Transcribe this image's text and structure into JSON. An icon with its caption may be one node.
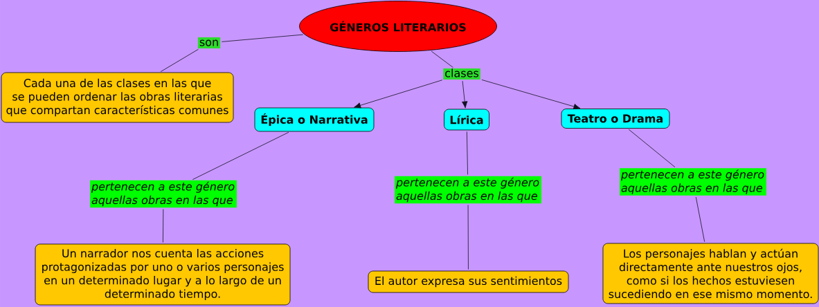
{
  "diagram": {
    "nodes": [
      {
        "text": [
          "GÉNEROS LITERARIOS"
        ]
      },
      {
        "text": [
          "son"
        ]
      },
      {
        "text": [
          "Cada una de las clases en las que se pueden ordenar las obras literarias que compartan características comunes"
        ]
      },
      {
        "text": [
          "clases"
        ]
      },
      {
        "text": [
          "Épica o Narrativa"
        ]
      },
      {
        "text": [
          "Lírica"
        ]
      },
      {
        "text": [
          "Teatro o Drama"
        ]
      },
      {
        "text": [
          "pertenecen a este género aquellas obras en las que"
        ]
      },
      {
        "text": [
          "pertenecen a este género aquellas obras en las que"
        ]
      },
      {
        "text": [
          "pertenecen a este género aquellas obras en las que"
        ]
      },
      {
        "text": [
          "Un narrador nos cuenta las acciones protagonizadas por uno o varios personajes en un determinado lugar y a lo largo de un determinado tiempo."
        ]
      },
      {
        "text": [
          "El autor expresa sus sentimientos"
        ]
      },
      {
        "text": [
          "Los personajes hablan y actúan directamente ante nuestros ojos, como si los hechos estuviesen sucediendo en ese mismo momento."
        ]
      }
    ],
    "edges": [
      {
        "from": 0,
        "to": 1,
        "arrow": "none"
      },
      {
        "from": 1,
        "to": 2,
        "arrow": "none"
      },
      {
        "from": 0,
        "to": 3,
        "arrow": "none"
      },
      {
        "from": 3,
        "to": 4,
        "arrow": "to"
      },
      {
        "from": 3,
        "to": 5,
        "arrow": "to"
      },
      {
        "from": 3,
        "to": 6,
        "arrow": "to"
      },
      {
        "from": 4,
        "to": 7,
        "arrow": "none"
      },
      {
        "from": 7,
        "to": 10,
        "arrow": "none"
      },
      {
        "from": 5,
        "to": 8,
        "arrow": "none"
      },
      {
        "from": 8,
        "to": 11,
        "arrow": "none"
      },
      {
        "from": 6,
        "to": 9,
        "arrow": "none"
      },
      {
        "from": 9,
        "to": 12,
        "arrow": "none"
      }
    ]
  }
}
